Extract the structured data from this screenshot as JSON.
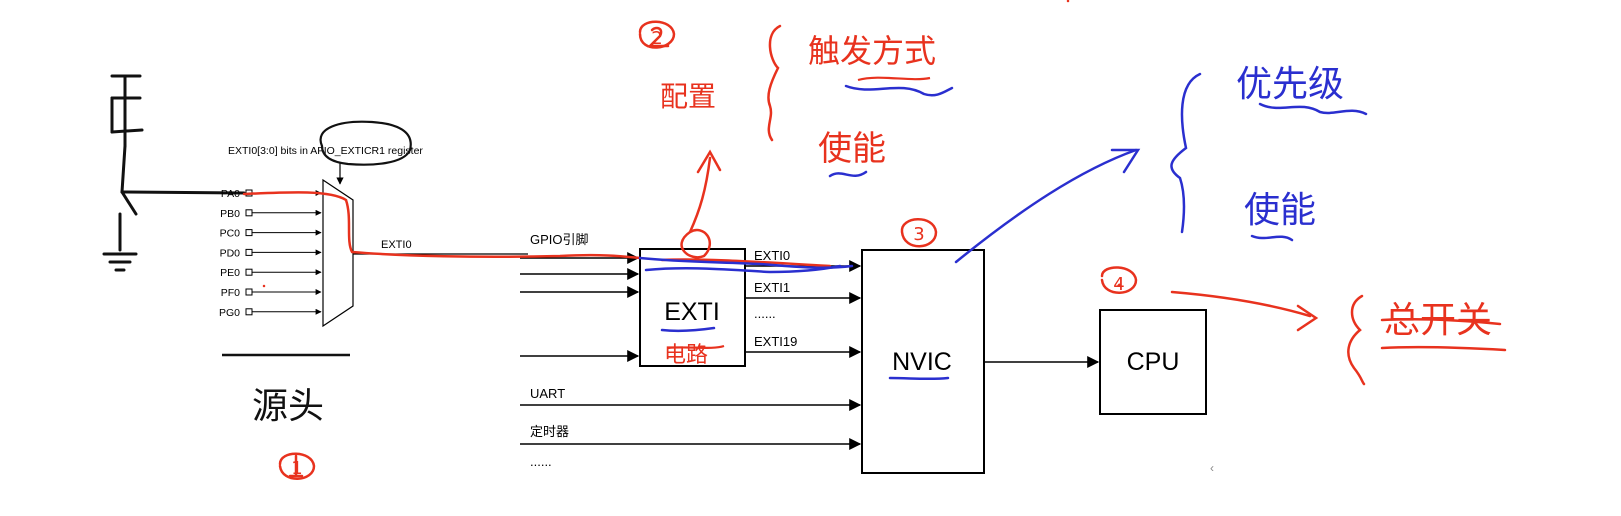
{
  "colors": {
    "red": "#e8321e",
    "blue": "#2a2fcf",
    "black": "#000000"
  },
  "mux": {
    "label": "EXTI0[3:0] bits in AFIO_EXTICR1 register",
    "pins": [
      "PA0",
      "PB0",
      "PC0",
      "PD0",
      "PE0",
      "PF0",
      "PG0"
    ],
    "output": "EXTI0"
  },
  "exti": {
    "label": "EXTI",
    "gpio_label": "GPIO引脚",
    "outputs": [
      "EXTI0",
      "EXTI1",
      "......",
      "EXTI19"
    ]
  },
  "nvic": {
    "label": "NVIC",
    "inputs": [
      "UART",
      "定时器",
      "......"
    ]
  },
  "cpu": {
    "label": "CPU"
  },
  "annotations": {
    "n1": "①",
    "source": "源头",
    "n2": "②",
    "config": "配置",
    "trigger": "触发方式",
    "enable_exti": "使能",
    "circuit": "电路",
    "n3": "③",
    "priority": "优先级",
    "enable_nvic": "使能",
    "n4": "④",
    "master_switch": "总开关"
  }
}
